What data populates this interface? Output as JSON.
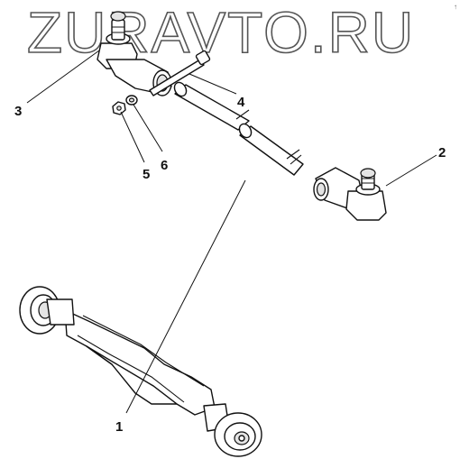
{
  "watermark": "ZURAVTO.RU",
  "corner_mark": "↑",
  "callouts": [
    {
      "id": "1",
      "label": "1"
    },
    {
      "id": "2",
      "label": "2"
    },
    {
      "id": "3",
      "label": "3"
    },
    {
      "id": "4",
      "label": "4"
    },
    {
      "id": "5",
      "label": "5"
    },
    {
      "id": "6",
      "label": "6"
    }
  ]
}
